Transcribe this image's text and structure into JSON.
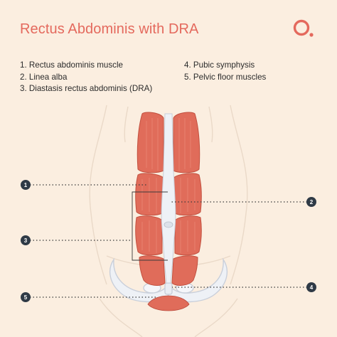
{
  "title": "Rectus Abdominis with DRA",
  "logo_icon": "o-dot-logo-icon",
  "legend": {
    "left": [
      "1. Rectus abdominis muscle",
      "2. Linea alba",
      "3. Diastasis rectus abdominis (DRA)"
    ],
    "right": [
      "4. Pubic symphysis",
      "5. Pelvic floor muscles"
    ]
  },
  "markers": [
    "1",
    "2",
    "3",
    "4",
    "5"
  ],
  "colors": {
    "background": "#fbeee0",
    "accent": "#e4695d",
    "muscle": "#e06c5a",
    "badge": "#2f3a46",
    "bone": "#eef1f6"
  }
}
